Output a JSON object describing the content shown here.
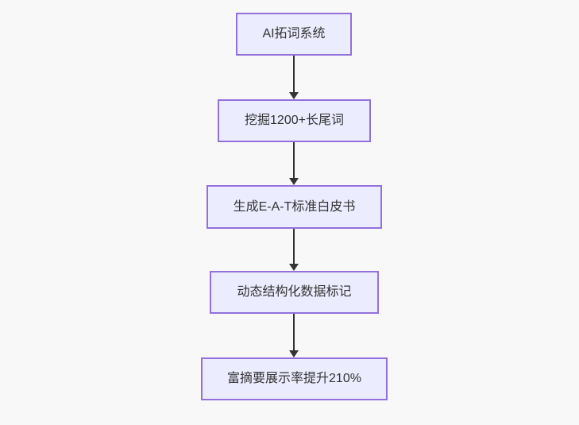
{
  "diagram": {
    "type": "flowchart",
    "direction": "top-down",
    "nodes": [
      {
        "id": "A",
        "label": "AI拓词系统"
      },
      {
        "id": "B",
        "label": "挖掘1200+长尾词"
      },
      {
        "id": "C",
        "label": "生成E-A-T标准白皮书"
      },
      {
        "id": "D",
        "label": "动态结构化数据标记"
      },
      {
        "id": "E",
        "label": "富摘要展示率提升210%"
      }
    ],
    "edges": [
      {
        "from": "A",
        "to": "B"
      },
      {
        "from": "B",
        "to": "C"
      },
      {
        "from": "C",
        "to": "D"
      },
      {
        "from": "D",
        "to": "E"
      }
    ],
    "colors": {
      "node_fill": "#ECECFF",
      "node_border": "#9370DB",
      "arrow": "#333333",
      "text": "#333333",
      "background": "#F8F8F8"
    }
  }
}
